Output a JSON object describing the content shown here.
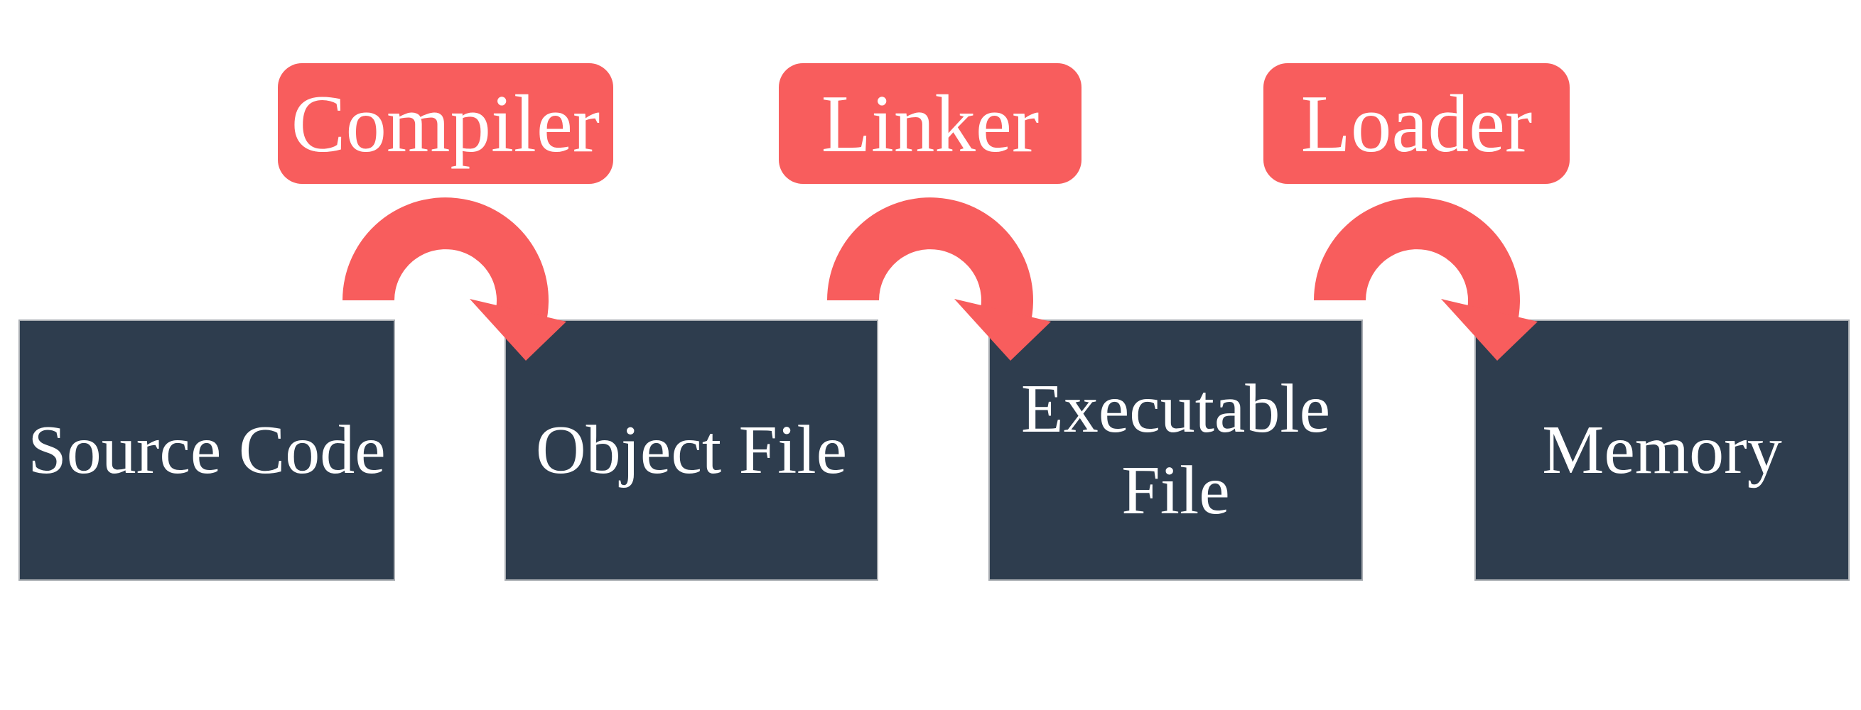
{
  "diagram": {
    "stages": [
      {
        "label": "Source Code"
      },
      {
        "label": "Object File"
      },
      {
        "label": "Executable File"
      },
      {
        "label": "Memory"
      }
    ],
    "processes": [
      {
        "label": "Compiler",
        "from": "Source Code",
        "to": "Object File"
      },
      {
        "label": "Linker",
        "from": "Object File",
        "to": "Executable File"
      },
      {
        "label": "Loader",
        "from": "Executable File",
        "to": "Memory"
      }
    ],
    "colors": {
      "stage_box": "#2E3D4E",
      "stage_border": "#A9ADB2",
      "process_box": "#F85D5D",
      "text": "#FFFFFF"
    }
  }
}
